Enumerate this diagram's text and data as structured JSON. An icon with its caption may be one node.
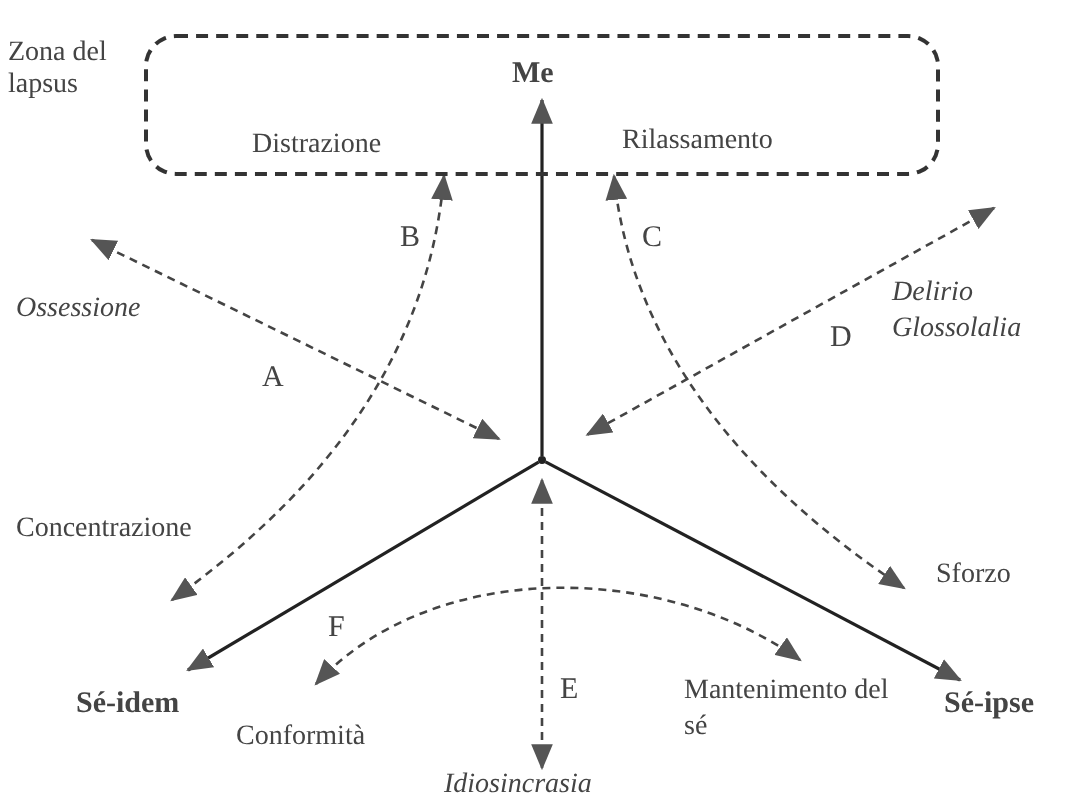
{
  "diagram": {
    "nodes": [
      {
        "text": [
          "Zona del lapsus"
        ]
      },
      {
        "text": [
          "Me"
        ],
        "in": 0
      },
      {
        "text": [
          "Distrazione"
        ],
        "in": 0
      },
      {
        "text": [
          "Rilassamento"
        ],
        "in": 0
      },
      {
        "text": [
          "Ossessione"
        ]
      },
      {
        "text": [
          "Delirio Glossolalia"
        ]
      },
      {
        "text": [],
        "shape": "point"
      },
      {
        "text": [
          "Concentrazione"
        ]
      },
      {
        "text": [
          "Sforzo"
        ]
      },
      {
        "text": [
          "Sé-idem"
        ]
      },
      {
        "text": [
          "Sé-ipse"
        ]
      },
      {
        "text": [
          "Conformità"
        ]
      },
      {
        "text": [
          "Mantenimento del sé"
        ]
      },
      {
        "text": [
          "Idiosincrasia"
        ]
      }
    ],
    "edges": [
      {
        "from": 6,
        "to": 1,
        "arrow": "to"
      },
      {
        "from": 6,
        "to": 9,
        "arrow": "to"
      },
      {
        "from": 6,
        "to": 10,
        "arrow": "to"
      },
      {
        "from": 4,
        "to": 6,
        "arrow": "both",
        "label": "A",
        "style": "dashed"
      },
      {
        "from": 7,
        "to": 2,
        "arrow": "both",
        "label": "B",
        "style": "dashed"
      },
      {
        "from": 3,
        "to": 8,
        "arrow": "both",
        "label": "C",
        "style": "dashed"
      },
      {
        "from": 5,
        "to": 6,
        "arrow": "both",
        "label": "D",
        "style": "dashed"
      },
      {
        "from": 6,
        "to": 13,
        "arrow": "both",
        "label": "E",
        "style": "dashed"
      },
      {
        "from": 11,
        "to": 12,
        "arrow": "both",
        "label": "F",
        "style": "dashed"
      }
    ]
  }
}
